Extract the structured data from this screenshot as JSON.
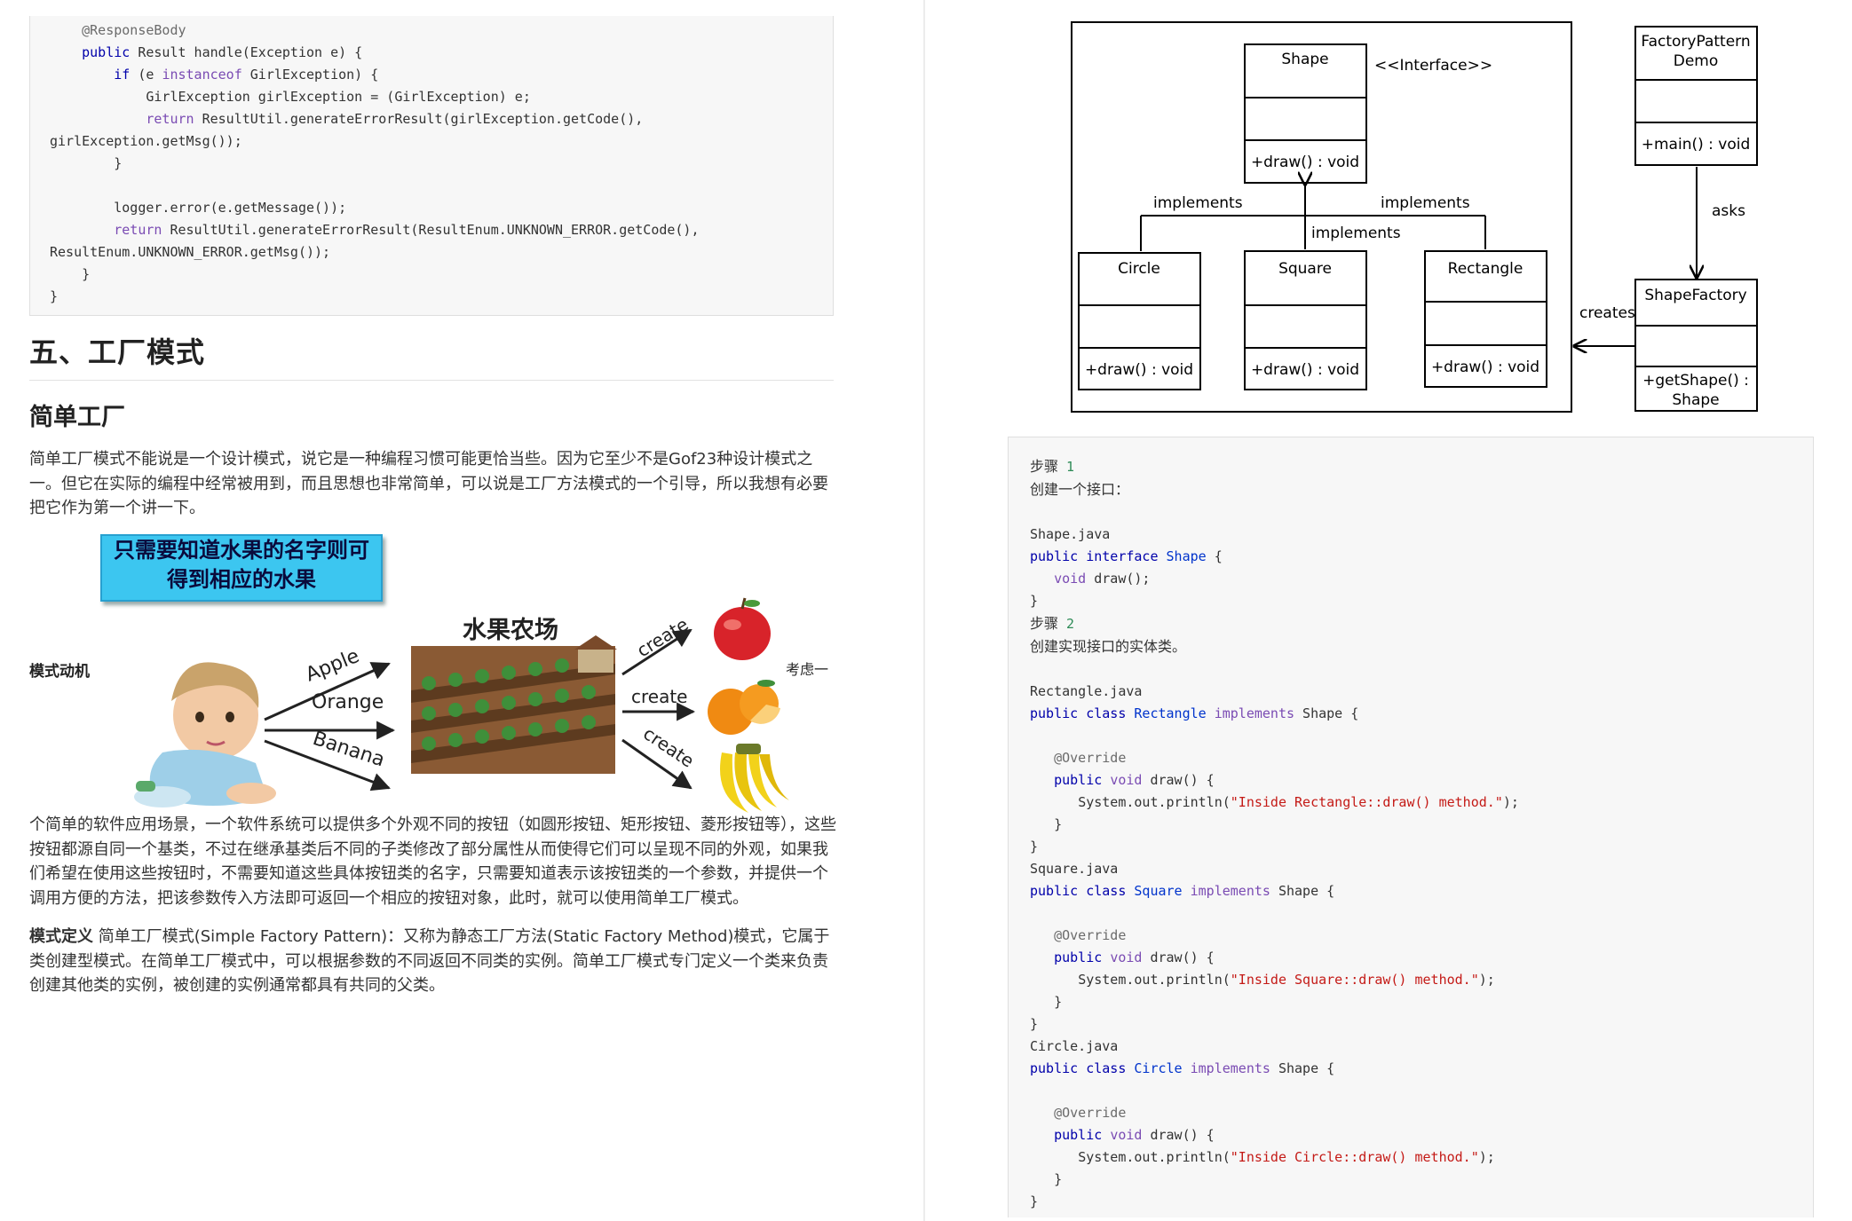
{
  "code_top": {
    "lines": [
      "@ResponseBody",
      "public Result handle(Exception e) {",
      "if (e instanceof GirlException) {",
      "GirlException girlException = (GirlException) e;",
      "return ResultUtil.generateErrorResult(girlException.getCode(),",
      "girlException.getMsg());",
      "}",
      "logger.error(e.getMessage());",
      "return ResultUtil.generateErrorResult(ResultEnum.UNKNOWN_ERROR.getCode(),",
      "ResultEnum.UNKNOWN_ERROR.getMsg());",
      "}",
      "}"
    ]
  },
  "section_title": "五、工厂模式",
  "subsection_title": "简单工厂",
  "intro_paragraph": "简单工厂模式不能说是一个设计模式，说它是一种编程习惯可能更恰当些。因为它至少不是Gof23种设计模式之一。但它在实际的编程中经常被用到，而且思想也非常简单，可以说是工厂方法模式的一个引导，所以我想有必要把它作为第一个讲一下。",
  "illustration": {
    "banner_line1": "只需要知道水果的名字则可",
    "banner_line2": "得到相应的水果",
    "left_label": "模式动机",
    "right_label": "考虑一",
    "farm_title": "水果农场",
    "arrow_labels": [
      "Apple",
      "Orange",
      "Banana"
    ],
    "create_labels": [
      "create",
      "create",
      "create"
    ]
  },
  "scenario_paragraph": "个简单的软件应用场景，一个软件系统可以提供多个外观不同的按钮（如圆形按钮、矩形按钮、菱形按钮等），这些按钮都源自同一个基类，不过在继承基类后不同的子类修改了部分属性从而使得它们可以呈现不同的外观，如果我们希望在使用这些按钮时，不需要知道这些具体按钮类的名字，只需要知道表示该按钮类的一个参数，并提供一个调用方便的方法，把该参数传入方法即可返回一个相应的按钮对象，此时，就可以使用简单工厂模式。",
  "definition": {
    "label": "模式定义",
    "text": " 简单工厂模式(Simple Factory Pattern)：又称为静态工厂方法(Static Factory Method)模式，它属于类创建型模式。在简单工厂模式中，可以根据参数的不同返回不同类的实例。简单工厂模式专门定义一个类来负责创建其他类的实例，被创建的实例通常都具有共同的父类。"
  },
  "uml": {
    "shape_name": "Shape",
    "interface_stereotype": "<<Interface>>",
    "shape_method": "+draw() : void",
    "implements_label": "implements",
    "classes": [
      {
        "name": "Circle",
        "method": "+draw() : void"
      },
      {
        "name": "Square",
        "method": "+draw() : void"
      },
      {
        "name": "Rectangle",
        "method": "+draw() : void"
      }
    ],
    "demo_name_line1": "FactoryPattern",
    "demo_name_line2": "Demo",
    "demo_method": "+main() : void",
    "asks_label": "asks",
    "factory_name": "ShapeFactory",
    "factory_method_line1": "+getShape() :",
    "factory_method_line2": "Shape",
    "creates_label": "creates"
  },
  "code_right": {
    "step1_word": "步骤",
    "step1_num": "1",
    "step1_desc": "创建一个接口：",
    "shape_file": "Shape.java",
    "step2_word": "步骤",
    "step2_num": "2",
    "step2_desc": "创建实现接口的实体类。",
    "rect_file": "Rectangle.java",
    "square_file": "Square.java",
    "circle_file": "Circle.java",
    "override": "@Override",
    "rect_str": "\"Inside Rectangle::draw() method.\"",
    "square_str": "\"Inside Square::draw() method.\"",
    "circle_str": "\"Inside Circle::draw() method.\""
  }
}
